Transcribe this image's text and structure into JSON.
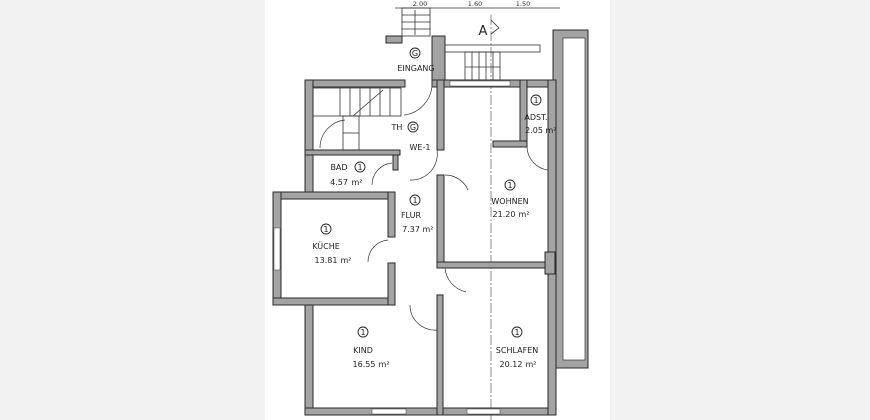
{
  "dimensions": [
    "2.00",
    "1.60",
    "1.50"
  ],
  "section_marker": "A",
  "unit": "m²",
  "rooms": {
    "eingang": {
      "level": "G",
      "name": "EINGANG"
    },
    "treppenhaus": {
      "name": "TH",
      "level": "G",
      "unit_label": "WE-1"
    },
    "abstellraum": {
      "level": "1",
      "name": "ADST.",
      "area": "2.05"
    },
    "bad": {
      "level": "1",
      "name": "BAD",
      "area": "4.57"
    },
    "flur": {
      "level": "1",
      "name": "FLUR",
      "area": "7.37"
    },
    "wohnen": {
      "level": "1",
      "name": "WOHNEN",
      "area": "21.20"
    },
    "kueche": {
      "level": "1",
      "name": "KÜCHE",
      "area": "13.81"
    },
    "kind": {
      "level": "1",
      "name": "KIND",
      "area": "16.55"
    },
    "schlafen": {
      "level": "1",
      "name": "SCHLAFEN",
      "area": "20.12"
    }
  },
  "colors": {
    "background": "#f2f2f2",
    "sheet": "#ffffff",
    "wall": "#a3a3a3"
  }
}
